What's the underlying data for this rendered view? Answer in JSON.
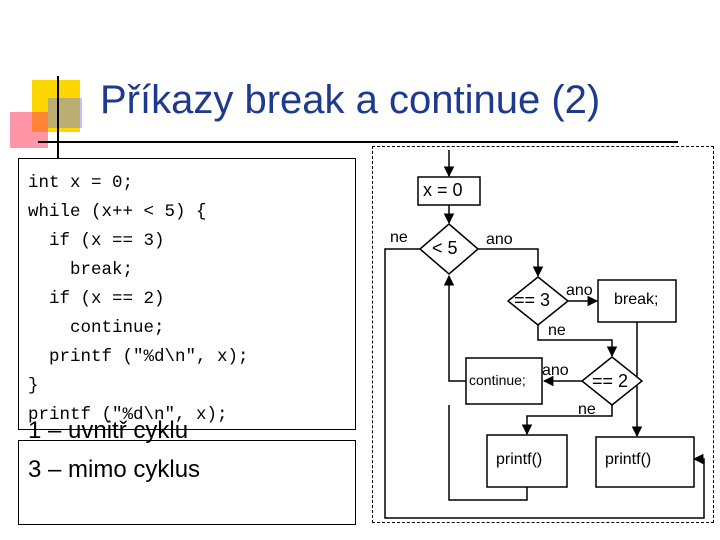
{
  "slide": {
    "title": "Příkazy break a continue (2)"
  },
  "code": {
    "lines": [
      "int x = 0;",
      "while (x++ < 5) {",
      "  if (x == 3)",
      "    break;",
      "  if (x == 2)",
      "    continue;",
      "  printf (\"%d\\n\", x);",
      "}",
      "printf (\"%d\\n\", x);"
    ],
    "text": "int x = 0;\nwhile (x++ < 5) {\n  if (x == 3)\n    break;\n  if (x == 2)\n    continue;\n  printf (\"%d\\n\", x);\n}\nprintf (\"%d\\n\", x);"
  },
  "notes": {
    "inside": "1 – uvnitř cyklu",
    "outside": "3 – mimo cyklus"
  },
  "flowchart": {
    "init": "x = 0",
    "cond_lt5": "< 5",
    "no_lt5": "ne",
    "yes_lt5": "ano",
    "cond_eq3": "== 3",
    "yes_eq3": "ano",
    "no_eq3": "ne",
    "break_box": "break;",
    "continue_box": "continue;",
    "yes_eq2": "ano",
    "cond_eq2": "== 2",
    "no_eq2": "ne",
    "printf_inner": "printf()",
    "printf_outer": "printf()"
  },
  "colors": {
    "title": "#1f3a8c",
    "logo_yellow": "#ffd700",
    "logo_red": "#ff4060",
    "logo_blue": "#4060ff"
  }
}
